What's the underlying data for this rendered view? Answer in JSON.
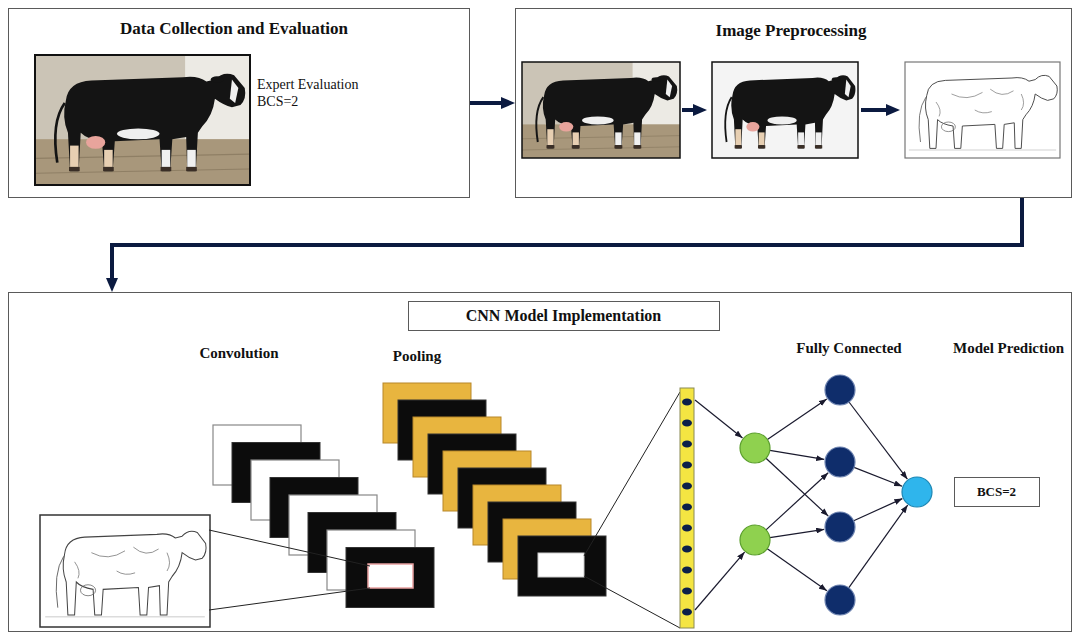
{
  "diagram": {
    "nodes": [
      {
        "text": [
          "Data Collection and Evaluation",
          "Expert Evaluation BCS=2"
        ]
      },
      {
        "text": [
          "Image Preprocessing"
        ]
      },
      {
        "text": [
          "Convolution",
          "Pooling",
          "Fully Connected",
          "Model Prediction"
        ]
      },
      {
        "text": [
          "CNN Model Implementation"
        ],
        "in": 2
      },
      {
        "text": [
          "BCS=2"
        ],
        "in": 2
      }
    ],
    "edges": [
      {
        "from": 0,
        "to": 1,
        "arrow": "to"
      },
      {
        "from": 1,
        "to": 2,
        "arrow": "to"
      }
    ]
  }
}
